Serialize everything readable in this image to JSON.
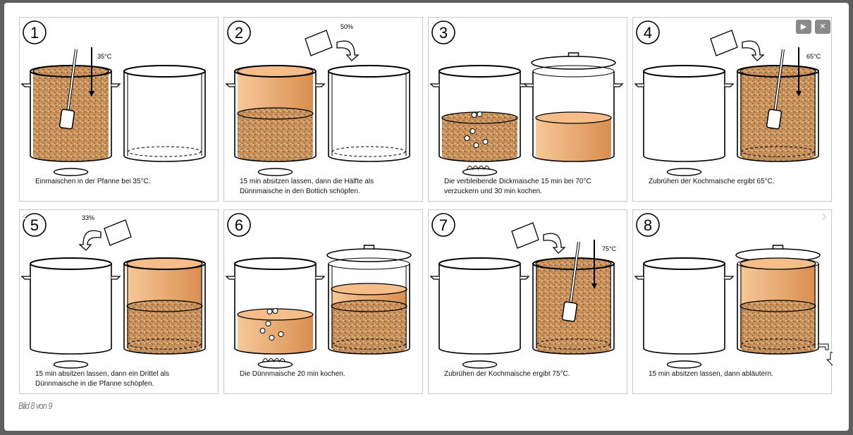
{
  "lightbox": {
    "counter": "Bild 8 von 9",
    "play_icon": "play-icon",
    "close_icon": "close-icon",
    "prev_icon": "chevron-left-icon",
    "next_icon": "chevron-right-icon",
    "play_glyph": "▶",
    "close_glyph": "✕",
    "prev_glyph": "‹",
    "next_glyph": "›"
  },
  "panels": [
    {
      "number": "1",
      "caption": "Einmaischen in der Pfanne bei 35°C.",
      "label": "35°C"
    },
    {
      "number": "2",
      "caption": "15 min absitzen lassen, dann die Hälfte als Dünnmaische in den Bottich schöpfen.",
      "label": "50%"
    },
    {
      "number": "3",
      "caption": "Die verbleibende Dickmaische 15 min bei 70°C verzuckern und 30 min kochen.",
      "label": ""
    },
    {
      "number": "4",
      "caption": "Zubrühen der Kochmaische ergibt 65°C.",
      "label": "65°C"
    },
    {
      "number": "5",
      "caption": "15 min absitzen lassen, dann ein Drittel als Dünnmaische in die Pfanne schöpfen.",
      "label": "33%"
    },
    {
      "number": "6",
      "caption": "Die Dünnmaische 20 min kochen.",
      "label": ""
    },
    {
      "number": "7",
      "caption": "Zubrühen der Kochmaische ergibt 75°C.",
      "label": "75°C"
    },
    {
      "number": "8",
      "caption": "15 min absitzen lassen, dann abläutern.",
      "label": ""
    }
  ]
}
